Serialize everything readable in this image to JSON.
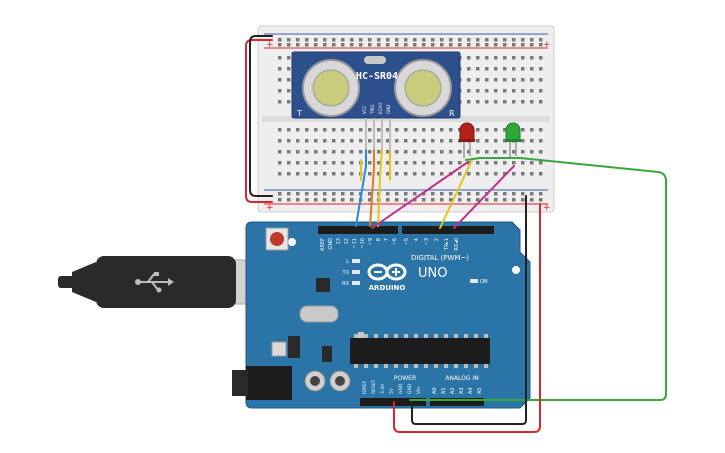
{
  "sensor": {
    "model": "HC-SR04",
    "left_mark": "T",
    "right_mark": "R",
    "pins": [
      "VCC",
      "TRIG",
      "ECHO",
      "GND"
    ]
  },
  "arduino": {
    "logo_text": "ARDUINO",
    "model": "UNO",
    "digital_label": "DIGITAL (PWM~)",
    "power_label": "POWER",
    "analog_label": "ANALOG IN",
    "top_pins": [
      "AREF",
      "GND",
      "13",
      "12",
      "~11",
      "~10",
      "~9",
      "8",
      "7",
      "~6",
      "~5",
      "4",
      "~3",
      "2",
      "TX▸1",
      "RX◂0"
    ],
    "power_pins": [
      "IOREF",
      "RESET",
      "3.3V",
      "5V",
      "GND",
      "GND",
      "Vin"
    ],
    "analog_pins": [
      "A0",
      "A1",
      "A2",
      "A3",
      "A4",
      "A5"
    ],
    "led_labels": [
      "L",
      "TX",
      "RX"
    ],
    "on_label": "ON"
  },
  "colors": {
    "board": "#2b74a8",
    "sensor": "#2d4f8c",
    "wire_red": "#d9282f",
    "wire_black": "#222222",
    "wire_green": "#37a83c",
    "wire_magenta": "#c2308f",
    "wire_yellow": "#e6c41d",
    "wire_orange": "#e37a1b",
    "wire_blue": "#2a8ad6",
    "led_red": "#b3221c",
    "led_green": "#2fa83a"
  }
}
